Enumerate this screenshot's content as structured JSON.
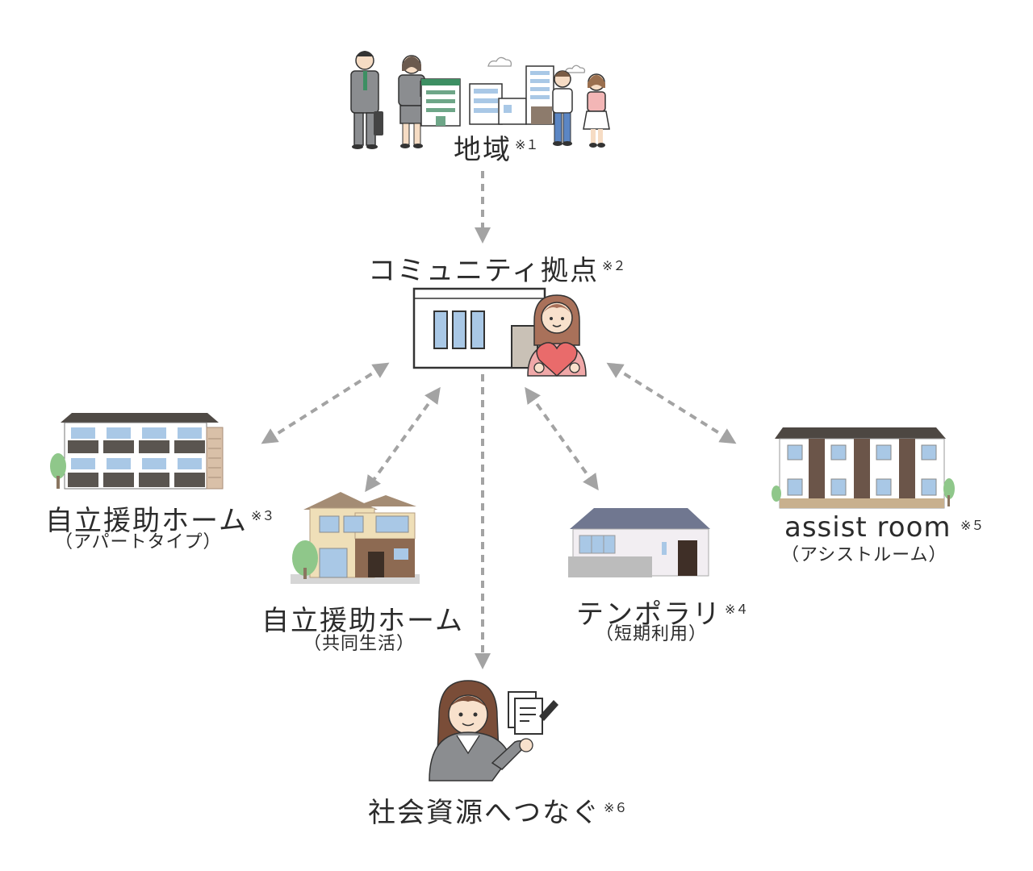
{
  "nodes": {
    "region": {
      "label": "地域",
      "note": "※１"
    },
    "hub": {
      "label": "コミュニティ拠点",
      "note": "※２"
    },
    "apt": {
      "label": "自立援助ホーム",
      "note": "※３",
      "sub": "（アパートタイプ）"
    },
    "shared": {
      "label": "自立援助ホーム",
      "sub": "（共同生活）"
    },
    "temp": {
      "label": "テンポラリ",
      "note": "※４",
      "sub": "（短期利用）"
    },
    "assist": {
      "label": "assist room",
      "note": "※５",
      "sub": "（アシストルーム）"
    },
    "resource": {
      "label": "社会資源へつなぐ",
      "note": "※６"
    }
  },
  "colors": {
    "arrow": "#a3a3a3",
    "window": "#a9c8e6",
    "wall_dark": "#5a5550",
    "accent_green": "#3d8f63",
    "heart": "#e96b6b"
  }
}
